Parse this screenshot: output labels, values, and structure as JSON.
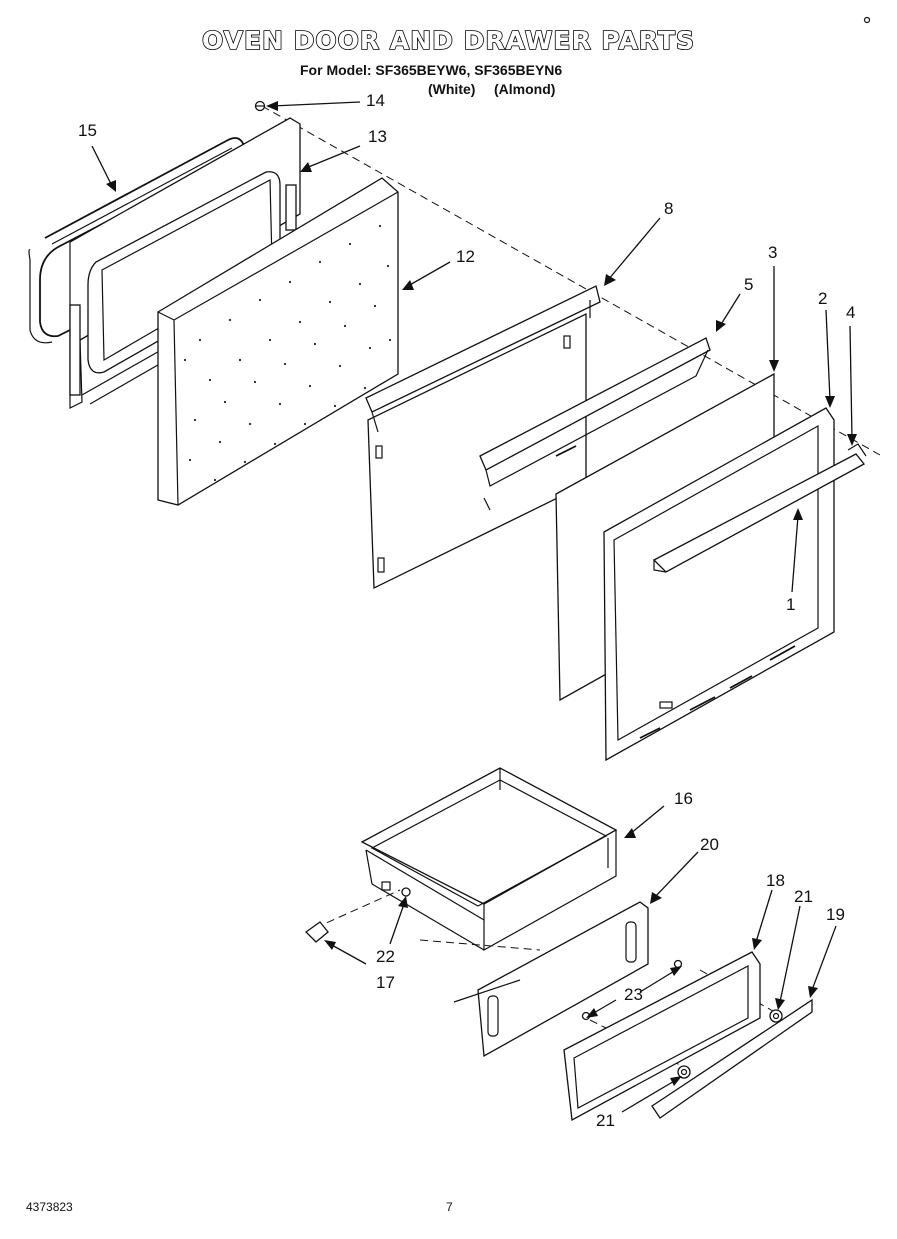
{
  "title": "OVEN DOOR AND DRAWER PARTS",
  "subtitle": "For Model: SF365BEYW6, SF365BEYN6",
  "color_notes": [
    "(White)",
    "(Almond)"
  ],
  "callouts": [
    "14",
    "15",
    "13",
    "12",
    "8",
    "5",
    "3",
    "2",
    "4",
    "1",
    "16",
    "20",
    "18",
    "21",
    "19",
    "22",
    "17",
    "23",
    "21"
  ],
  "footer": {
    "doc_number": "4373823",
    "page_number": "7"
  }
}
